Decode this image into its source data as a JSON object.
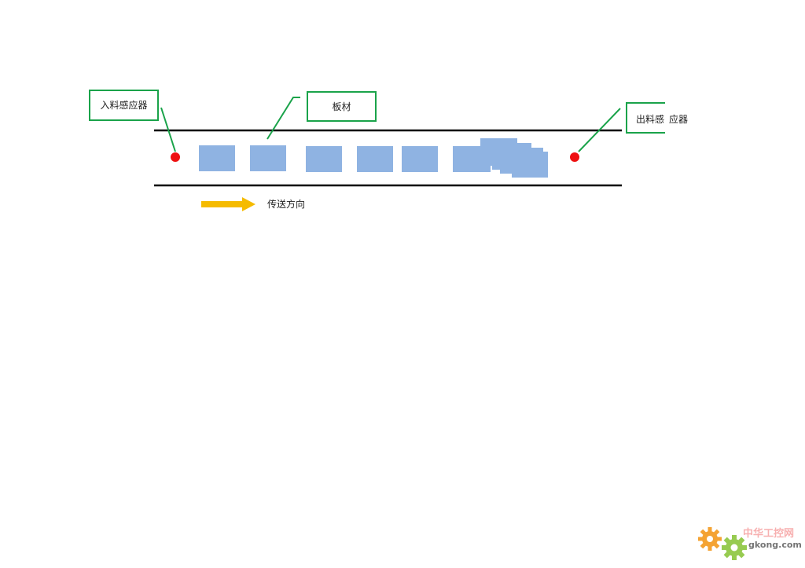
{
  "diagram": {
    "labels": {
      "inlet_sensor": "入料感应器",
      "board": "板材",
      "outlet_sensor_part1": "出料感",
      "outlet_sensor_part2": "应器",
      "direction": "传送方向"
    },
    "colors": {
      "rail": "#000000",
      "board": "#8fb3e2",
      "sensor": "#ee1111",
      "callout": "#1aa34a",
      "arrow": "#f5bb00"
    }
  },
  "watermark": {
    "logo_text": "中华工控网",
    "site": "gkong.com"
  }
}
